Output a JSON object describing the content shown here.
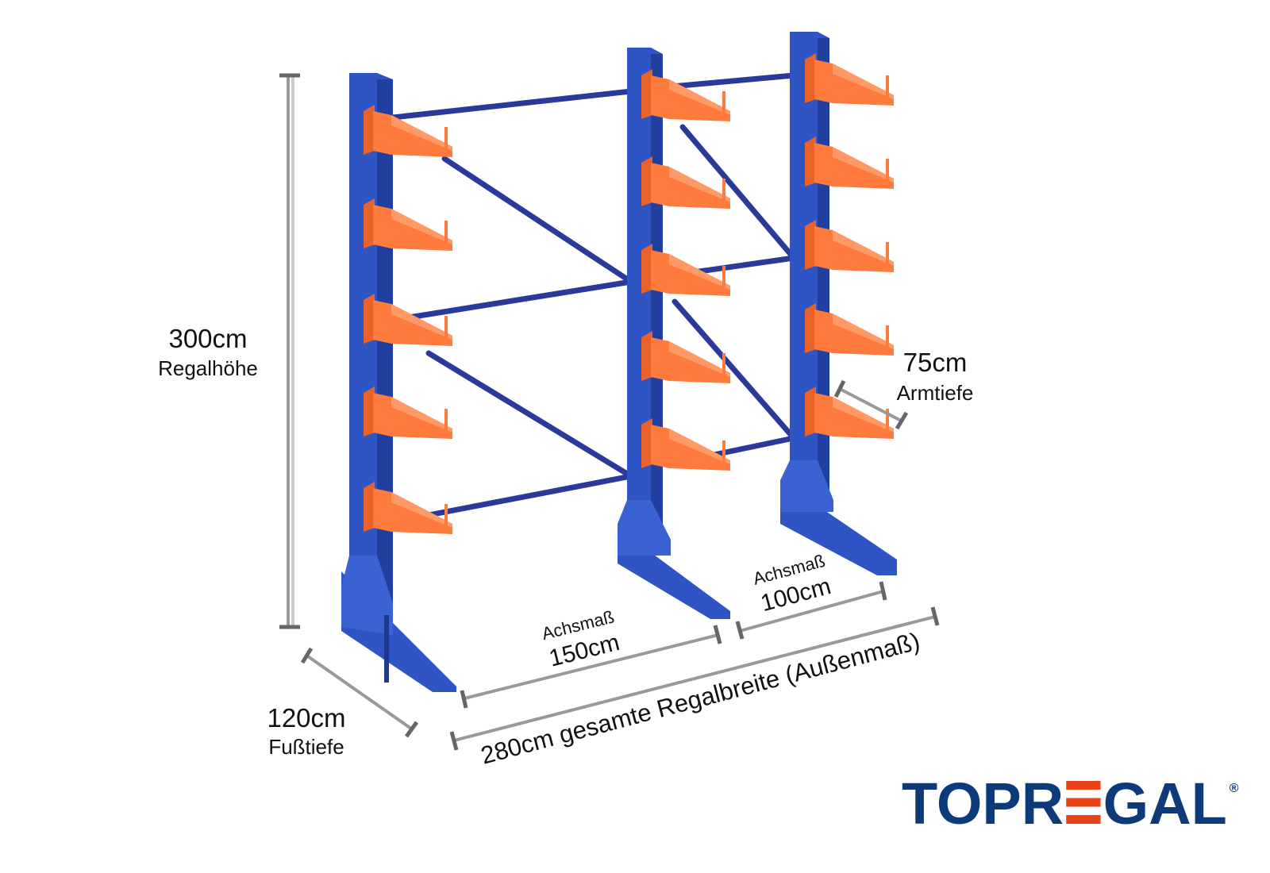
{
  "dimensions": {
    "height": {
      "value": "300cm",
      "label": "Regalhöhe"
    },
    "foot_depth": {
      "value": "120cm",
      "label": "Fußtiefe"
    },
    "arm_depth": {
      "value": "75cm",
      "label": "Armtiefe"
    },
    "axis_1": {
      "label": "Achsmaß",
      "value": "150cm"
    },
    "axis_2": {
      "label": "Achsmaß",
      "value": "100cm"
    },
    "total_width": {
      "value": "280cm gesamte Regalbreite  (Außenmaß)"
    }
  },
  "brand": {
    "name": "TOPREGAL",
    "left": "TOPR",
    "right": "GAL",
    "registered": "®"
  },
  "colors": {
    "column": "#2f55c4",
    "arm": "#ff7a3d",
    "brace": "#2b3a9a",
    "logo_blue": "#0d3a78",
    "logo_red": "#e84318"
  }
}
